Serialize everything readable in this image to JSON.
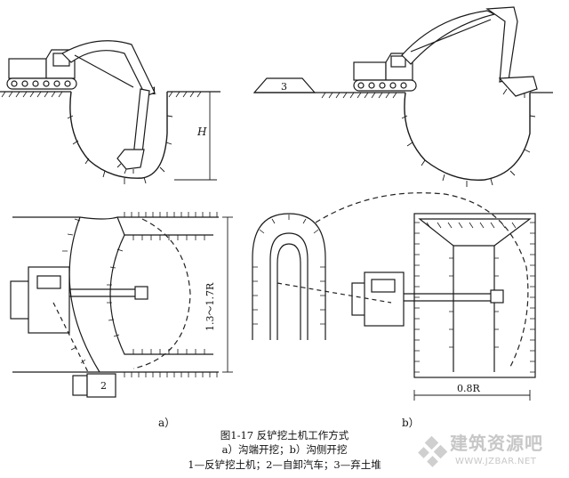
{
  "figure": {
    "label_a": "a）",
    "label_b": "b）",
    "title": "图1-17  反铲挖土机工作方式",
    "subtitle": "a）沟端开挖；b）沟侧开挖",
    "legend": "1—反铲挖土机；2—自卸汽车；3—弃土堆"
  },
  "diagram": {
    "callouts": {
      "excavator": "1",
      "truck": "2",
      "spoil_heap": "3"
    },
    "dimensions": {
      "height": "H",
      "width_range": "1.3～1.7R",
      "offset": "0.8R"
    }
  },
  "watermark": {
    "text": "建筑资源吧",
    "url": "WWW.JZBAR.NET"
  },
  "colors": {
    "line": "#1a1a1a",
    "dashed": "#222222",
    "watermark": "#c7c7c7"
  }
}
